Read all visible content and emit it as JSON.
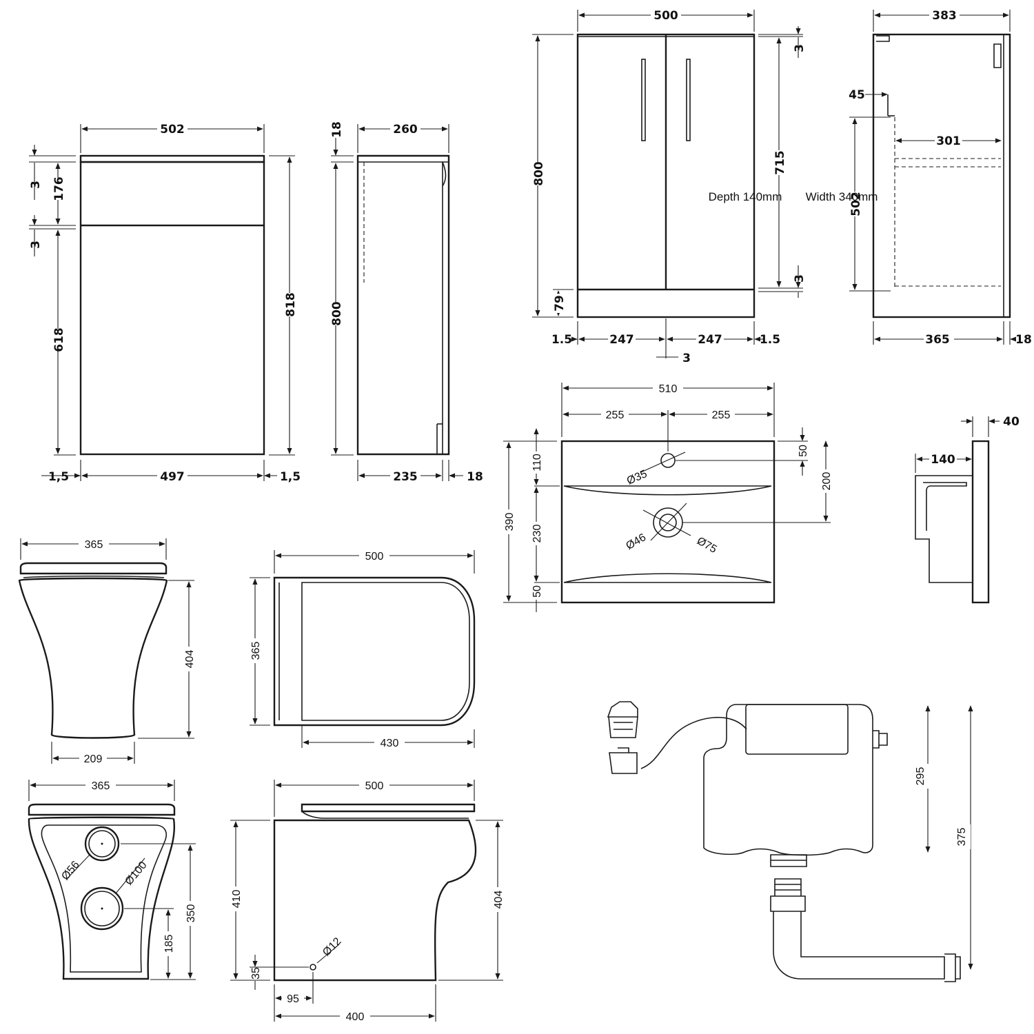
{
  "views": {
    "wc_unit_front": {
      "width": "502",
      "top_gap": "3",
      "top_height": "176",
      "mid_gap": "3",
      "door_height": "618",
      "total_height": "818",
      "side_gap_left": "1,5",
      "inner_width": "497",
      "side_gap_right": "1,5"
    },
    "wc_unit_side": {
      "top_thickness": "18",
      "depth": "260",
      "height": "800",
      "inner_depth": "235",
      "panel": "18"
    },
    "vanity_front": {
      "width": "500",
      "top_gap": "3",
      "height": "800",
      "door_height": "715",
      "bottom_gap": "3",
      "plinth": "79",
      "gap_left": "1.5",
      "door_left": "247",
      "door_right": "247",
      "gap_right": "1.5",
      "center_gap": "3"
    },
    "vanity_side": {
      "depth": "383",
      "rear_offset": "45",
      "shelf_depth": "301",
      "inner_height": "502",
      "inner_depth": "365",
      "panel": "18"
    },
    "basin_top": {
      "width": "510",
      "half_left": "255",
      "half_right": "255",
      "tap_offset": "50",
      "tap_hole": "Ø35",
      "tap_to_waste": "200",
      "depth": "390",
      "front_margin": "110",
      "bowl": "230",
      "rear_margin": "50",
      "waste_inner": "Ø46",
      "waste_outer": "Ø75"
    },
    "basin_side": {
      "thickness": "40",
      "projection": "140"
    },
    "toilet_front": {
      "width": "365",
      "height": "404",
      "base_width": "209"
    },
    "toilet_top": {
      "length": "500",
      "width": "365",
      "seat_length": "430"
    },
    "toilet_rear": {
      "width": "365",
      "inlet": "Ø56",
      "outlet": "Ø100",
      "inlet_height": "350",
      "outlet_height": "185"
    },
    "toilet_side": {
      "length": "500",
      "height": "410",
      "fix_height": "35",
      "fix_hole": "Ø12",
      "fix_offset": "95",
      "base_length": "400",
      "pan_height": "404"
    },
    "cistern": {
      "depth_label": "Depth 140mm",
      "width_label": "Width 340mm",
      "height": "295",
      "total_height": "375"
    }
  }
}
